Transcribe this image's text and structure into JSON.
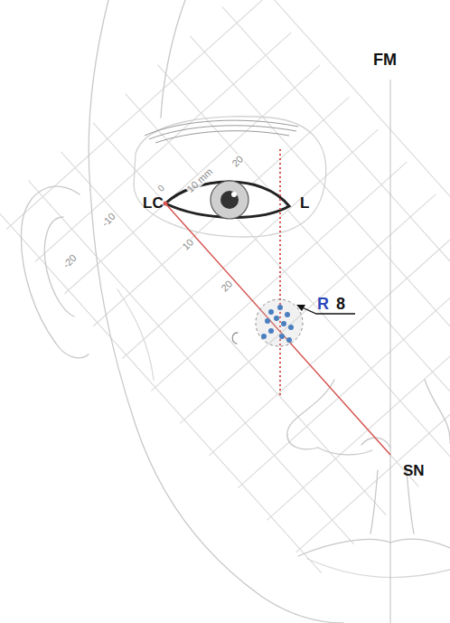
{
  "diagram": {
    "labels": [
      "FM",
      "20",
      "10 mm",
      "0",
      "LC",
      "L",
      "-10",
      "-20",
      "10",
      "20",
      "R",
      "8",
      "SN"
    ]
  }
}
